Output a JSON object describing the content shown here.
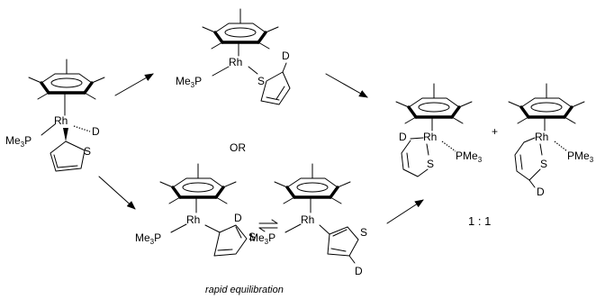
{
  "labels": {
    "or": "OR",
    "ratio": "1  :  1",
    "plus": "+",
    "caption": "rapid equilibration"
  },
  "atoms": {
    "rh": "Rh",
    "d": "D",
    "s": "S",
    "me3p_me": "Me",
    "me3p_3": "3",
    "me3p_p": "P",
    "pme3_p": "PMe",
    "pme3_3": "3"
  }
}
